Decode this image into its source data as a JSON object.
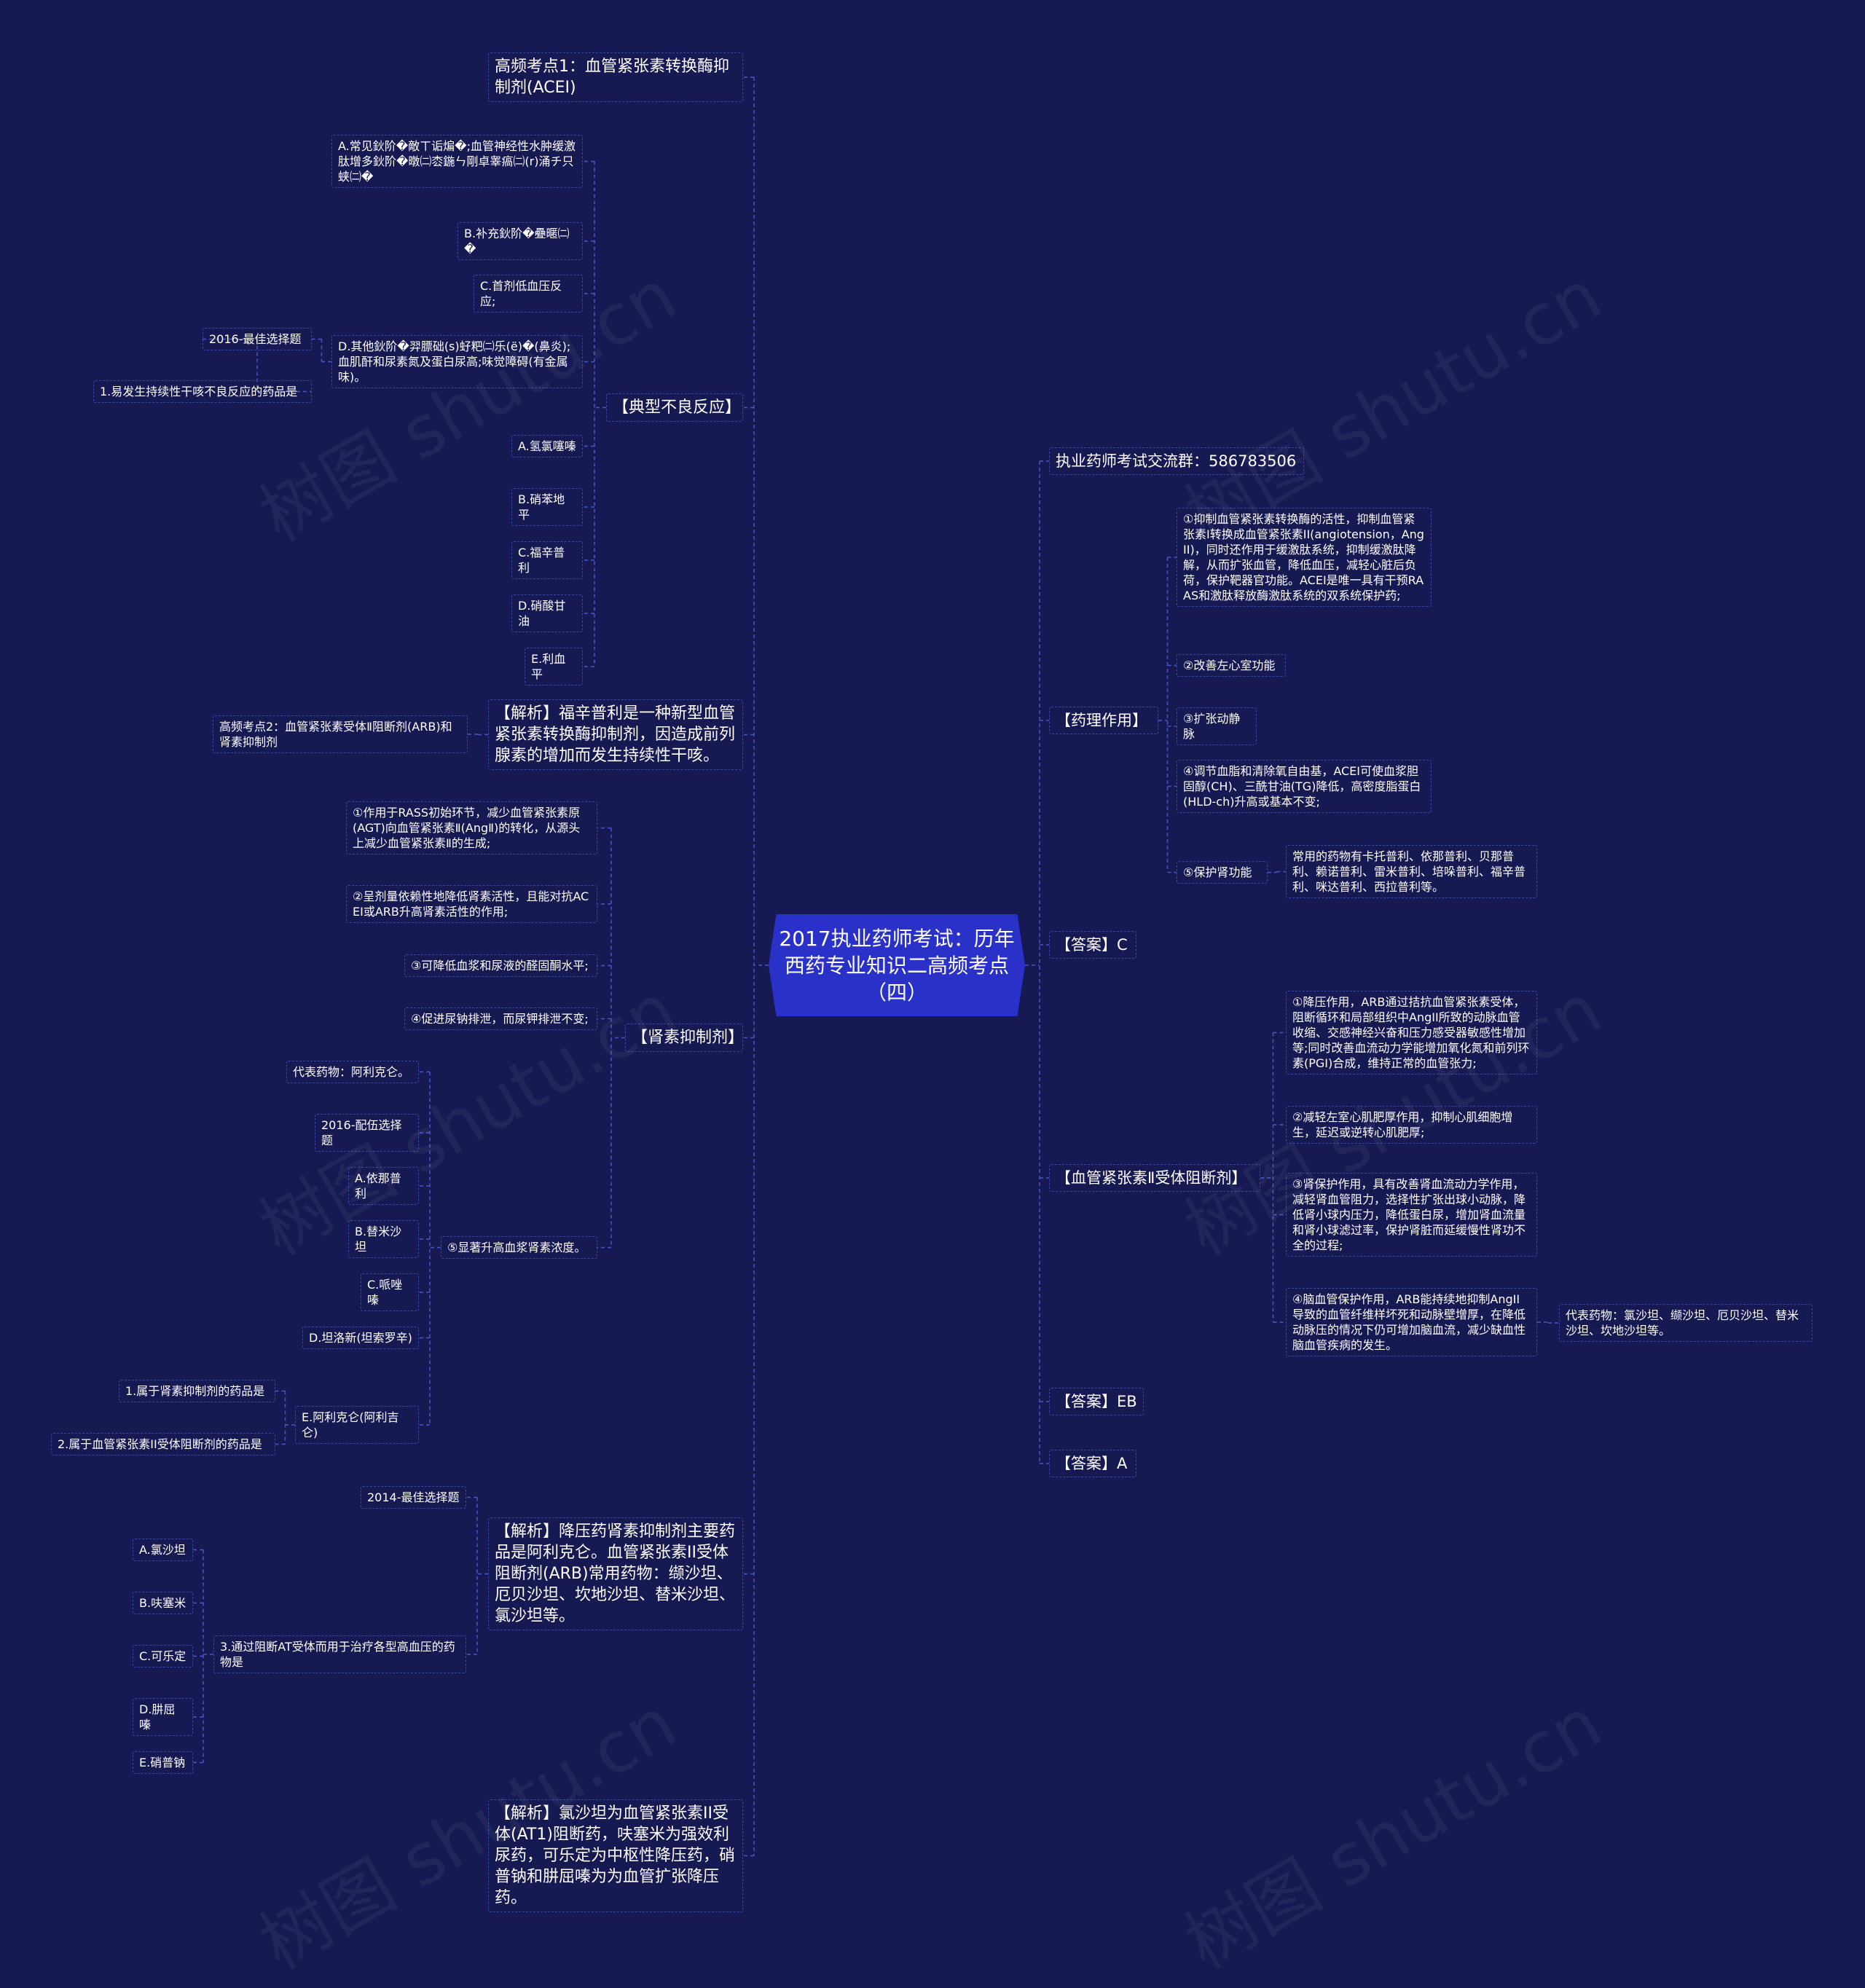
{
  "colors": {
    "background": "#171a52",
    "root": "#2a31c8",
    "link": "#4b55c8"
  },
  "watermark": "树图 shutu.cn",
  "root": {
    "text": "2017执业药师考试：历年西药专业知识二高频考点（四）"
  },
  "nodes": [
    {
      "id": "l1",
      "text": "高频考点1：血管紧张素转换酶抑制剂(ACEI)"
    },
    {
      "id": "l2",
      "text": "【典型不良反应】"
    },
    {
      "id": "l2a",
      "text": "A.常见鈥阶�敵ㄒ诟煸�;血管神经性水肿缓激肽增多鈥阶�暾㈡枩鍦ㄣ剛卓睾瘑㈡(r)涌チ只蛱㈡�"
    },
    {
      "id": "l2b",
      "text": "B.补充鈥阶�疉暱㈡�"
    },
    {
      "id": "l2c",
      "text": "C.首剂低血压反应;"
    },
    {
      "id": "l2d",
      "text": "D.其他鈥阶�羿膘础(s)虸粑㈡乐(ë)�(鼻炎);血肌酐和尿素氮及蛋白尿高;味觉障碍(有金属味)。"
    },
    {
      "id": "l2q",
      "text": "2016-最佳选择题"
    },
    {
      "id": "l2q1",
      "text": "1.易发生持续性干咳不良反应的药品是"
    },
    {
      "id": "l2e",
      "text": "A.氢氯噻嗪"
    },
    {
      "id": "l2f",
      "text": "B.硝苯地平"
    },
    {
      "id": "l2g",
      "text": "C.福辛普利"
    },
    {
      "id": "l2h",
      "text": "D.硝酸甘油"
    },
    {
      "id": "l2i",
      "text": "E.利血平"
    },
    {
      "id": "l3",
      "text": "【解析】福辛普利是一种新型血管紧张素转换酶抑制剂，因造成前列腺素的增加而发生持续性干咳。"
    },
    {
      "id": "l3a",
      "text": "高频考点2：血管紧张素受体Ⅱ阻断剂(ARB)和肾素抑制剂"
    },
    {
      "id": "l4",
      "text": "【肾素抑制剂】"
    },
    {
      "id": "l4a",
      "text": "①作用于RASS初始环节，减少血管紧张素原(AGT)向血管紧张素Ⅱ(AngⅡ)的转化，从源头上减少血管紧张素Ⅱ的生成;"
    },
    {
      "id": "l4b",
      "text": "②呈剂量依赖性地降低肾素活性，且能对抗ACEI或ARB升高肾素活性的作用;"
    },
    {
      "id": "l4c",
      "text": "③可降低血浆和尿液的醛固酮水平;"
    },
    {
      "id": "l4d",
      "text": "④促进尿钠排泄，而尿钾排泄不变;"
    },
    {
      "id": "l4e",
      "text": "⑤显著升高血浆肾素浓度。"
    },
    {
      "id": "l4e1",
      "text": "代表药物：阿利克仑。"
    },
    {
      "id": "l4e2",
      "text": "2016-配伍选择题"
    },
    {
      "id": "l4e3",
      "text": "A.依那普利"
    },
    {
      "id": "l4e4",
      "text": "B.替米沙坦"
    },
    {
      "id": "l4e5",
      "text": "C.哌唑嗪"
    },
    {
      "id": "l4e6",
      "text": "D.坦洛新(坦索罗辛)"
    },
    {
      "id": "l4e7",
      "text": "E.阿利克仑(阿利吉仑)"
    },
    {
      "id": "l4e7a",
      "text": "1.属于肾素抑制剂的药品是"
    },
    {
      "id": "l4e7b",
      "text": "2.属于血管紧张素II受体阻断剂的药品是"
    },
    {
      "id": "l5",
      "text": "【解析】降压药肾素抑制剂主要药品是阿利克仑。血管紧张素II受体阻断剂(ARB)常用药物：缬沙坦、厄贝沙坦、坎地沙坦、替米沙坦、氯沙坦等。"
    },
    {
      "id": "l5a",
      "text": "2014-最佳选择题"
    },
    {
      "id": "l5b",
      "text": "3.通过阻断AT受体而用于治疗各型高血压的药物是"
    },
    {
      "id": "l5b1",
      "text": "A.氯沙坦"
    },
    {
      "id": "l5b2",
      "text": "B.呋塞米"
    },
    {
      "id": "l5b3",
      "text": "C.可乐定"
    },
    {
      "id": "l5b4",
      "text": "D.肼屈嗪"
    },
    {
      "id": "l5b5",
      "text": "E.硝普钠"
    },
    {
      "id": "l6",
      "text": "【解析】氯沙坦为血管紧张素II受体(AT1)阻断药，呋塞米为强效利尿药，可乐定为中枢性降压药，硝普钠和肼屈嗪为为血管扩张降压药。"
    },
    {
      "id": "r1",
      "text": "执业药师考试交流群：586783506"
    },
    {
      "id": "r2",
      "text": "【药理作用】"
    },
    {
      "id": "r2a",
      "text": "①抑制血管紧张素转换酶的活性，抑制血管紧张素Ⅰ转换成血管紧张素II(angiotension，AngII)，同时还作用于缓激肽系统，抑制缓激肽降解，从而扩张血管，降低血压，减轻心脏后负荷，保护靶器官功能。ACEI是唯一具有干预RAAS和激肽释放酶激肽系统的双系统保护药;"
    },
    {
      "id": "r2b",
      "text": "②改善左心室功能"
    },
    {
      "id": "r2c",
      "text": "③扩张动静脉"
    },
    {
      "id": "r2d",
      "text": "④调节血脂和清除氧自由基，ACEI可使血浆胆固醇(CH)、三酰甘油(TG)降低，高密度脂蛋白(HLD-ch)升高或基本不变;"
    },
    {
      "id": "r2e",
      "text": "⑤保护肾功能"
    },
    {
      "id": "r2e1",
      "text": "常用的药物有卡托普利、依那普利、贝那普利、赖诺普利、雷米普利、培哚普利、福辛普利、咪达普利、西拉普利等。"
    },
    {
      "id": "r3",
      "text": "【答案】C"
    },
    {
      "id": "r4",
      "text": "【血管紧张素Ⅱ受体阻断剂】"
    },
    {
      "id": "r4a",
      "text": "①降压作用，ARB通过拮抗血管紧张素受体，阻断循环和局部组织中AngII所致的动脉血管收缩、交感神经兴奋和压力感受器敏感性增加等;同时改善血流动力学能增加氧化氮和前列环素(PGI)合成，维持正常的血管张力;"
    },
    {
      "id": "r4b",
      "text": "②减轻左室心肌肥厚作用，抑制心肌细胞增生，延迟或逆转心肌肥厚;"
    },
    {
      "id": "r4c",
      "text": "③肾保护作用，具有改善肾血流动力学作用，减轻肾血管阻力，选择性扩张出球小动脉，降低肾小球内压力，降低蛋白尿，增加肾血流量和肾小球滤过率，保护肾脏而延缓慢性肾功不全的过程;"
    },
    {
      "id": "r4d",
      "text": "④脑血管保护作用，ARB能持续地抑制AngII导致的血管纤维样坏死和动脉壁增厚，在降低动脉压的情况下仍可增加脑血流，减少缺血性脑血管疾病的发生。"
    },
    {
      "id": "r4d1",
      "text": "代表药物：氯沙坦、缬沙坦、厄贝沙坦、替米沙坦、坎地沙坦等。"
    },
    {
      "id": "r5",
      "text": "【答案】EB"
    },
    {
      "id": "r6",
      "text": "【答案】A"
    }
  ]
}
